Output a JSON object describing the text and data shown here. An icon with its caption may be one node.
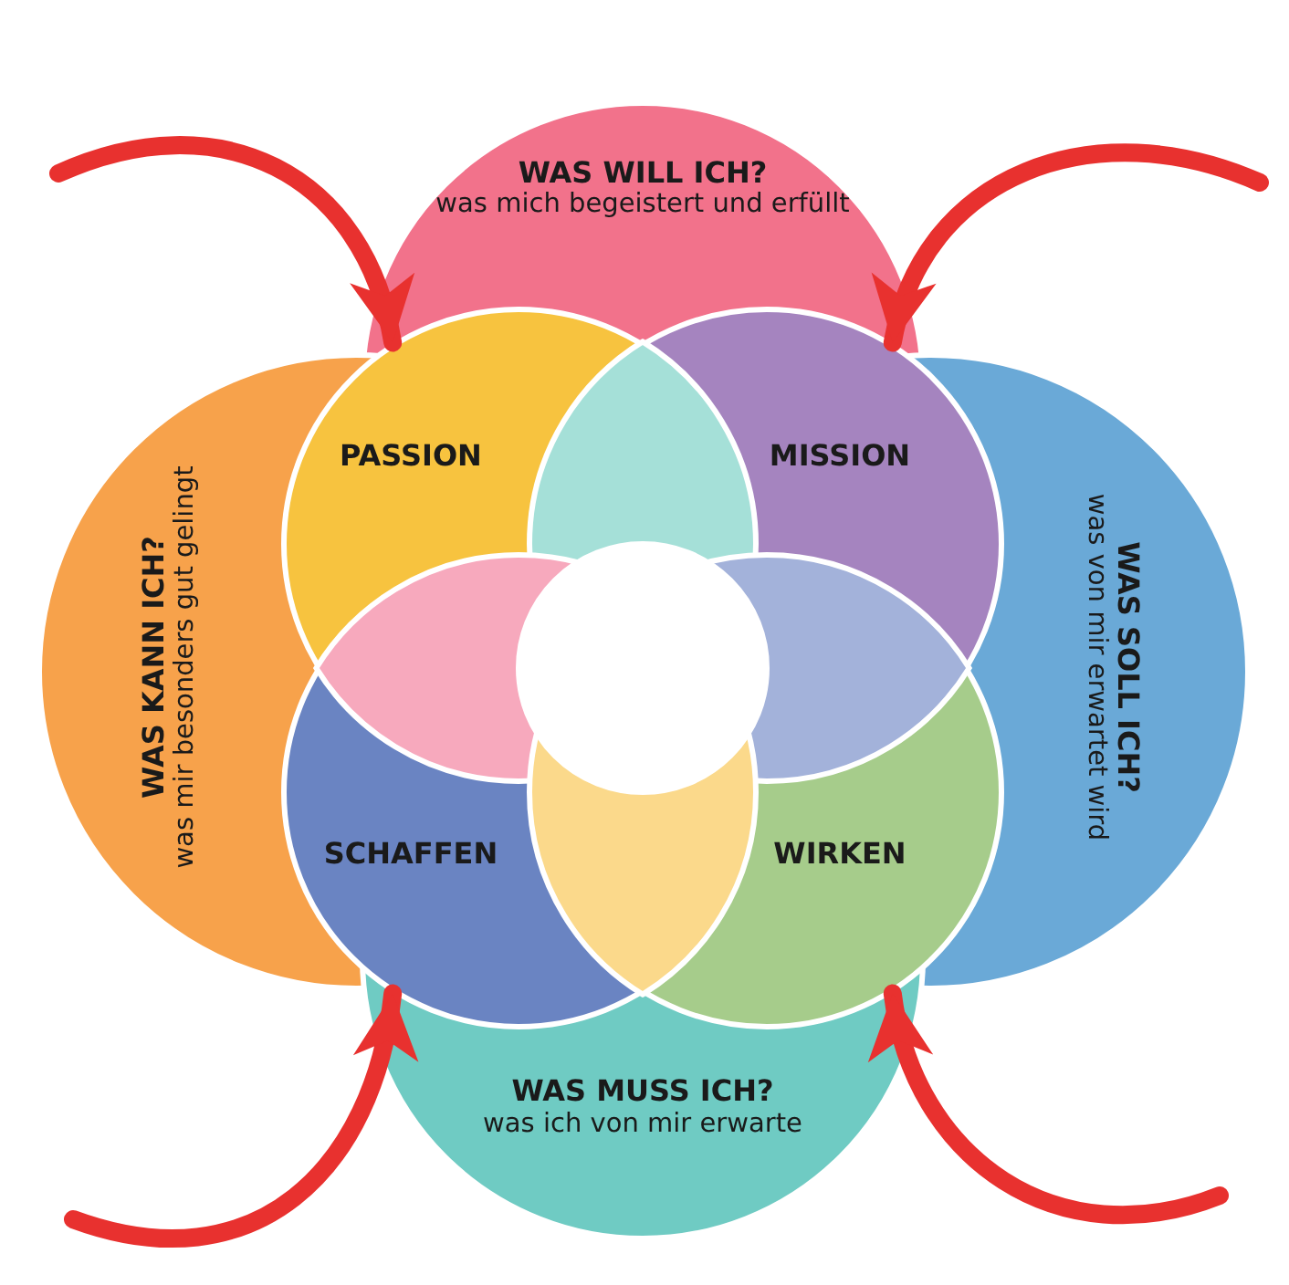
{
  "diagram": {
    "nodes": [
      {
        "text": [
          "WAS WILL ICH?",
          "was mich begeistert und erfüllt"
        ]
      },
      {
        "text": [
          "WAS KANN ICH?",
          "was mir besonders gut gelingt"
        ]
      },
      {
        "text": [
          "WAS SOLL ICH?",
          "was von mir erwartet wird"
        ]
      },
      {
        "text": [
          "PASSION"
        ]
      },
      {
        "text": [
          "MISSION"
        ]
      },
      {
        "text": [
          "SCHAFFEN"
        ]
      },
      {
        "text": [
          "WIRKEN"
        ]
      },
      {
        "text": [
          "WAS MUSS ICH?",
          "was ich von mir erwarte"
        ]
      }
    ],
    "edges": [
      {
        "from": null,
        "to": 3,
        "arrow": "to"
      },
      {
        "from": null,
        "to": 4,
        "arrow": "to"
      },
      {
        "from": null,
        "to": 5,
        "arrow": "to"
      },
      {
        "from": null,
        "to": 6,
        "arrow": "to"
      }
    ]
  }
}
